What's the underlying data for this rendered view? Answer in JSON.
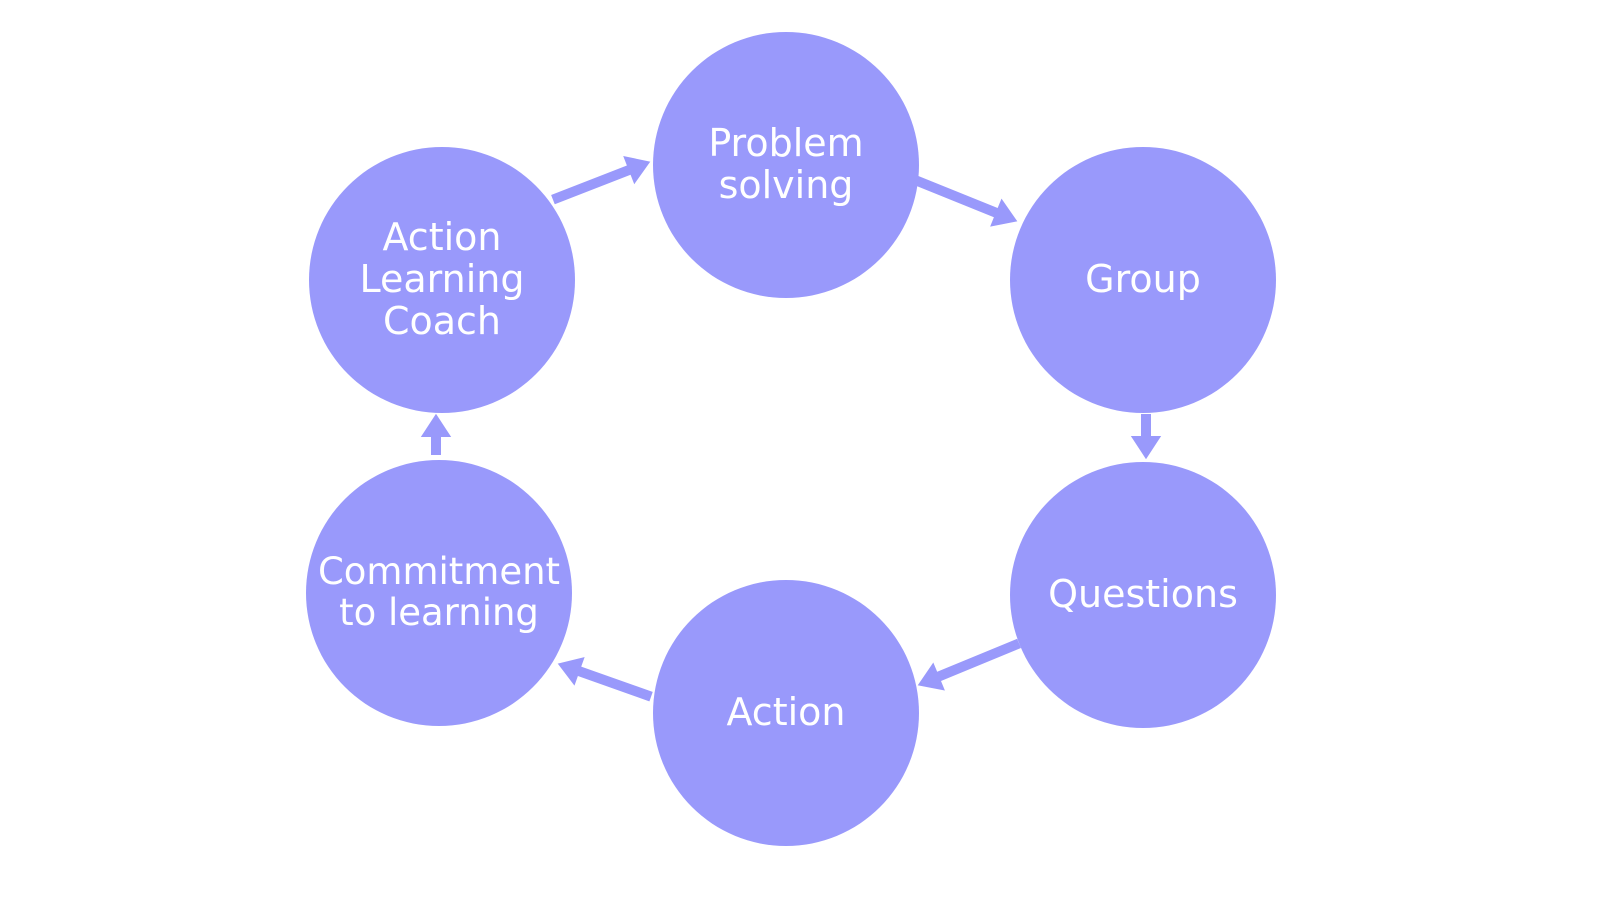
{
  "diagram": {
    "colors": {
      "node_fill": "#9999fb",
      "arrow_fill": "#9999fb",
      "text": "#ffffff",
      "background": "#ffffff"
    },
    "nodes": [
      {
        "id": "problem-solving",
        "label": "Problem\nsolving"
      },
      {
        "id": "group",
        "label": "Group"
      },
      {
        "id": "questions",
        "label": "Questions"
      },
      {
        "id": "action",
        "label": "Action"
      },
      {
        "id": "commitment",
        "label": "Commitment\nto learning"
      },
      {
        "id": "coach",
        "label": "Action\nLearning\nCoach"
      }
    ],
    "edges": [
      {
        "from": "coach",
        "to": "problem-solving"
      },
      {
        "from": "problem-solving",
        "to": "group"
      },
      {
        "from": "group",
        "to": "questions"
      },
      {
        "from": "questions",
        "to": "action"
      },
      {
        "from": "action",
        "to": "commitment"
      },
      {
        "from": "commitment",
        "to": "coach"
      }
    ]
  }
}
